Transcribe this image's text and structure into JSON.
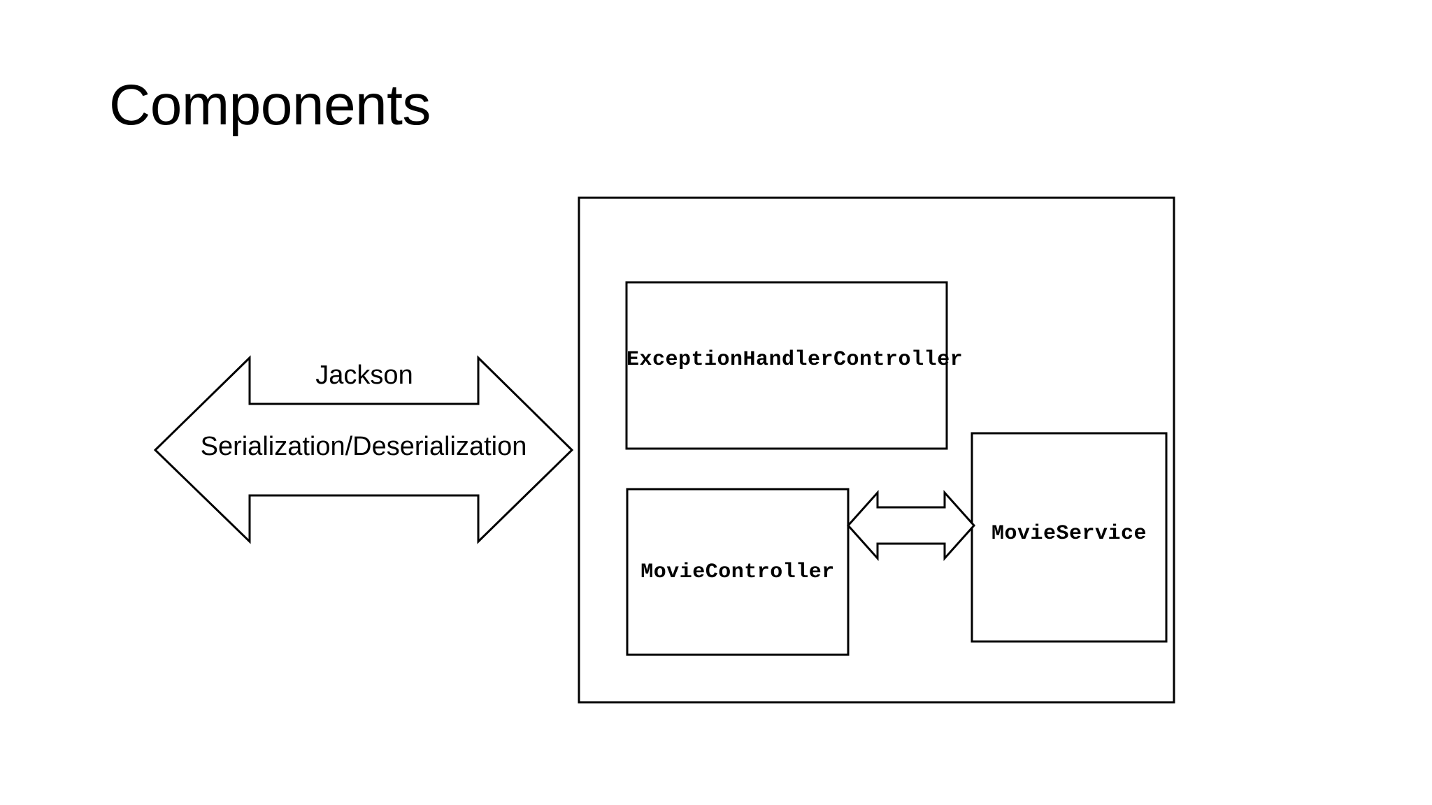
{
  "slide": {
    "title": "Components",
    "background_color": "#ffffff",
    "foreground_color": "#000000"
  },
  "diagram": {
    "type": "block-diagram",
    "stroke_color": "#000000",
    "fill_color": "#ffffff",
    "container": {
      "name": "application-container",
      "label": ""
    },
    "boxes": [
      {
        "id": "exception-handler-controller",
        "label": "ExceptionHandlerController"
      },
      {
        "id": "movie-controller",
        "label": "MovieController"
      },
      {
        "id": "movie-service",
        "label": "MovieService"
      }
    ],
    "arrows": [
      {
        "id": "serialization-arrow",
        "direction": "bidirectional",
        "label_line_1": "Jackson",
        "label_line_2": "Serialization/Deserialization"
      },
      {
        "id": "controller-service-arrow",
        "direction": "bidirectional",
        "label_line_1": "",
        "label_line_2": ""
      }
    ]
  }
}
